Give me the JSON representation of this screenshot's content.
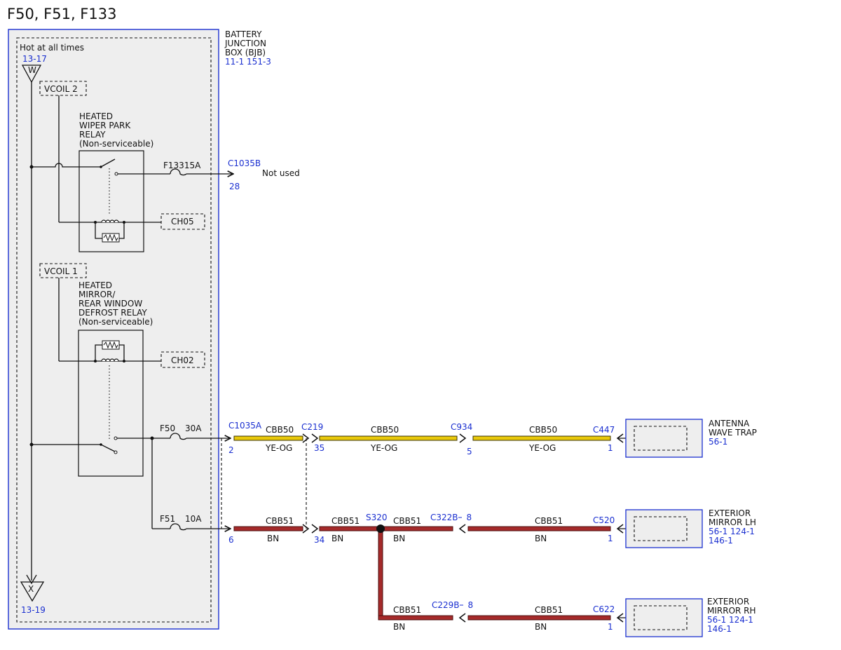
{
  "title": "F50, F51, F133",
  "colors": {
    "ye_og": "#e8c80a",
    "ye_og_line": "#3a3000",
    "bn": "#a52a2a",
    "link_blue": "#1a2fd0",
    "box_fill": "#eeeeee",
    "box_border": "#1a2fd0"
  },
  "bjb": {
    "name_lines": [
      "BATTERY",
      "JUNCTION",
      "BOX (BJB)"
    ],
    "refs": "11-1   151-3",
    "hot_label": "Hot at all times",
    "feed_top_ref": "13-17",
    "feed_top_letter": "W",
    "feed_bottom_ref": "13-19",
    "feed_bottom_letter": "X"
  },
  "relay1": {
    "vcoil": "VCOIL 2",
    "name_lines": [
      "HEATED",
      "WIPER PARK",
      "RELAY",
      "(Non-serviceable)"
    ],
    "control": "CH05",
    "fuse": "F133",
    "fuse_rating": "15A",
    "connector": "C1035B",
    "pin": "28",
    "note": "Not used"
  },
  "relay2": {
    "vcoil": "VCOIL 1",
    "name_lines": [
      "HEATED",
      "MIRROR/",
      "REAR WINDOW",
      "DEFROST RELAY",
      "(Non-serviceable)"
    ],
    "control": "CH02"
  },
  "circuit_cbb50": {
    "fuse": "F50",
    "fuse_rating": "30A",
    "connector_out": "C1035A",
    "pin_out": "2",
    "segments": [
      {
        "circuit": "CBB50",
        "color_code": "YE-OG"
      },
      {
        "circuit": "CBB50",
        "color_code": "YE-OG"
      },
      {
        "circuit": "CBB50",
        "color_code": "YE-OG"
      }
    ],
    "inline_connectors": [
      {
        "name": "C219",
        "pin": "35"
      },
      {
        "name": "C934",
        "pin": "5"
      }
    ],
    "end_connector": "C447",
    "end_pin": "1",
    "component_lines": [
      "ANTENNA",
      "WAVE TRAP"
    ],
    "component_ref": "56-1"
  },
  "circuit_cbb51": {
    "fuse": "F51",
    "fuse_rating": "10A",
    "pin_out": "6",
    "inline_connector": {
      "name": "",
      "pin": "34"
    },
    "splice": "S320",
    "segments": [
      {
        "circuit": "CBB51",
        "color_code": "BN"
      },
      {
        "circuit": "CBB51",
        "color_code": "BN"
      },
      {
        "circuit": "CBB51",
        "color_code": "BN"
      },
      {
        "circuit": "CBB51",
        "color_code": "BN"
      },
      {
        "circuit": "CBB51",
        "color_code": "BN"
      },
      {
        "circuit": "CBB51",
        "color_code": "BN"
      }
    ],
    "lh_connector": "C322B",
    "lh_connector_pin": "8",
    "lh_end_connector": "C520",
    "lh_end_pin": "1",
    "lh_component_lines": [
      "EXTERIOR",
      "MIRROR LH"
    ],
    "lh_refs_1": "56-1   124-1",
    "lh_refs_2": "146-1",
    "rh_connector": "C229B",
    "rh_connector_pin": "8",
    "rh_end_connector": "C622",
    "rh_end_pin": "1",
    "rh_component_lines": [
      "EXTERIOR",
      "MIRROR RH"
    ],
    "rh_refs_1": "56-1   124-1",
    "rh_refs_2": "146-1"
  }
}
